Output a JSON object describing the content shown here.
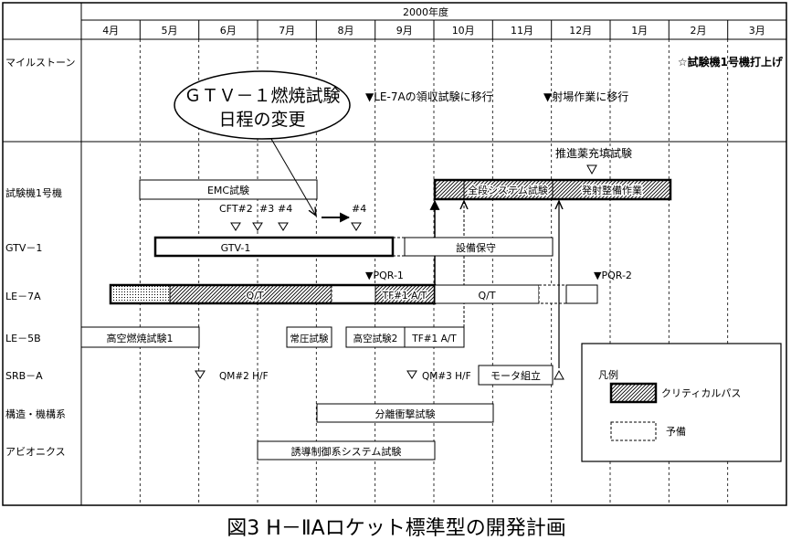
{
  "header": {
    "fiscal_year": "2000年度",
    "months": [
      "4月",
      "5月",
      "6月",
      "7月",
      "8月",
      "9月",
      "10月",
      "11月",
      "12月",
      "1月",
      "2月",
      "3月"
    ]
  },
  "row_labels": {
    "milestone": "マイルストーン",
    "test_vehicle_1": "試験機1号機",
    "gtv1": "GTV－1",
    "le7a": "LE－7A",
    "le5b": "LE－5B",
    "srba": "SRB－A",
    "structure": "構造・機構系",
    "avionics": "アビオニクス"
  },
  "milestones": {
    "launch": "☆試験機1号機打上げ",
    "le7a_acceptance": "▼LE-7Aの領収試験に移行",
    "range_work": "▼射場作業に移行"
  },
  "callout": {
    "line1": "ＧＴＶ－１燃焼試験",
    "line2": "日程の変更"
  },
  "test_vehicle_1": {
    "propellant_loading": "推進薬充填試験",
    "emc": "EMC試験",
    "all_stage_system": "全段システム試験",
    "launch_preparation": "発射整備作業",
    "cft2": "CFT#2",
    "cft3": "#3",
    "cft4": "#4",
    "cft4_rescheduled": "#4"
  },
  "gtv1": {
    "test": "GTV-1",
    "maintenance": "設備保守"
  },
  "le7a": {
    "pqr1": "▼PQR-1",
    "pqr2": "▼PQR-2",
    "qt": "Q/T",
    "tf1_at": "TF#1  A/T",
    "qt2": "Q/T"
  },
  "le5b": {
    "altitude1": "高空燃焼試験1",
    "atmospheric": "常圧試験",
    "altitude2": "高空試験2",
    "tf1_at": "TF#1  A/T"
  },
  "srba": {
    "qm2": "QM#2  H/F",
    "qm3": "QM#3  H/F",
    "motor_assembly": "モータ組立"
  },
  "structure": {
    "separation_shock": "分離衝撃試験"
  },
  "avionics": {
    "gnc_system": "誘導制御系システム試験"
  },
  "legend": {
    "title": "凡例",
    "critical_path": "クリティカルパス",
    "spare": "予備"
  },
  "caption": "図3  H－ⅡAロケット標準型の開発計画"
}
